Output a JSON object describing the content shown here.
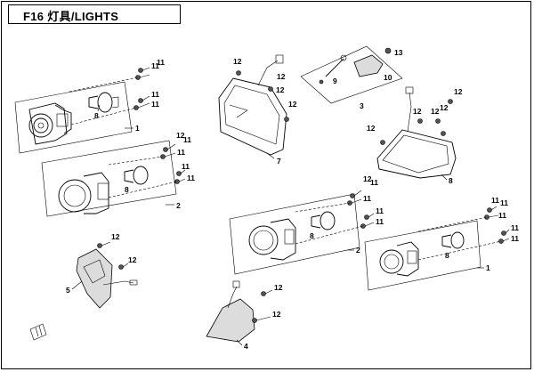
{
  "header": {
    "title": "F16  灯具/LIGHTS"
  },
  "diagram": {
    "labels": {
      "p1a": "1",
      "p1b": "1",
      "p2a": "2",
      "p2b": "2",
      "p3": "3",
      "p4": "4",
      "p5": "5",
      "p7": "7",
      "p8a": "8",
      "p8b": "8",
      "p8c": "8",
      "p8d": "8",
      "p8e": "8",
      "p9": "9",
      "p10": "10",
      "p13": "13",
      "p11": "11",
      "p12": "12"
    }
  }
}
